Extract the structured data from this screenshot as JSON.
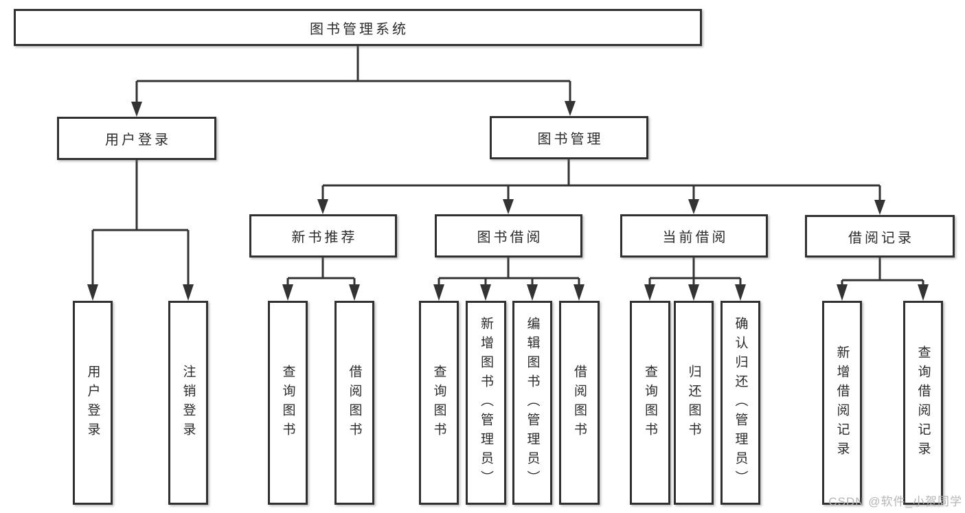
{
  "diagram": {
    "root": {
      "label": "图书管理系统"
    },
    "branches": [
      {
        "label": "用户登录",
        "children": [
          {
            "label": "用户登录"
          },
          {
            "label": "注销登录"
          }
        ]
      },
      {
        "label": "图书管理",
        "children": [
          {
            "label": "新书推荐",
            "children": [
              {
                "label": "查询图书"
              },
              {
                "label": "借阅图书"
              }
            ]
          },
          {
            "label": "图书借阅",
            "children": [
              {
                "label": "查询图书"
              },
              {
                "label": "新增图书（管理员）"
              },
              {
                "label": "编辑图书（管理员）"
              },
              {
                "label": "借阅图书"
              }
            ]
          },
          {
            "label": "当前借阅",
            "children": [
              {
                "label": "查询图书"
              },
              {
                "label": "归还图书"
              },
              {
                "label": "确认归还（管理员）"
              }
            ]
          },
          {
            "label": "借阅记录",
            "children": [
              {
                "label": "新增借阅记录"
              },
              {
                "label": "查询借阅记录"
              }
            ]
          }
        ]
      }
    ]
  },
  "watermark": {
    "text": "CSDN @软件_小贺同学"
  },
  "colors": {
    "line": "#333333",
    "box_border": "#303030",
    "text": "#2b2b2b",
    "watermark": "#b5b5b5",
    "background": "#ffffff"
  }
}
